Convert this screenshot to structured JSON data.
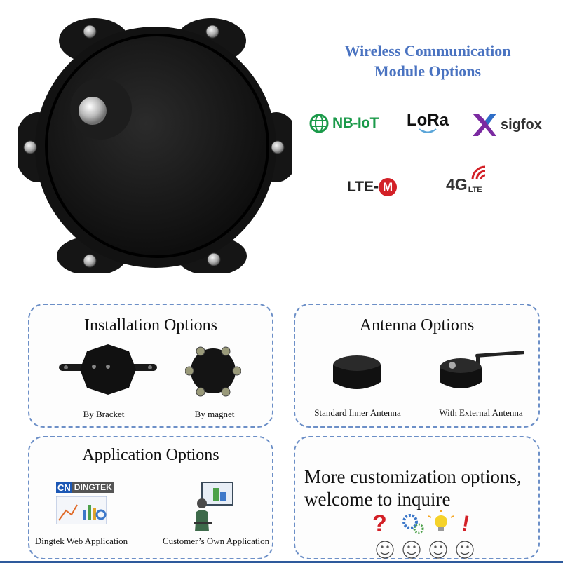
{
  "wireless": {
    "title_line1": "Wireless Communication",
    "title_line2": "Module Options",
    "logos": {
      "nbiot": "NB-IoT",
      "lora": "LoRa",
      "sigfox": "sigfox",
      "ltem_prefix": "LTE-",
      "ltem_suffix": "M",
      "g4": "4G",
      "g4_sub": "LTE"
    }
  },
  "installation": {
    "title": "Installation Options",
    "items": [
      "By Bracket",
      "By magnet"
    ]
  },
  "antenna": {
    "title": "Antenna Options",
    "items": [
      "Standard Inner Antenna",
      "With External Antenna"
    ]
  },
  "application": {
    "title": "Application Options",
    "brand_cn": "CN",
    "brand_name": "DINGTEK",
    "items": [
      "Dingtek Web Application",
      "Customer’s Own Application"
    ]
  },
  "more": {
    "line1": "More customization options,",
    "line2": "welcome to inquire"
  },
  "colors": {
    "title_blue": "#4a73c1",
    "panel_border": "#6c8fc7",
    "nbiot_green": "#1b9a4a",
    "lte_red": "#d32027",
    "sigfox_purple": "#7b2aa1"
  }
}
